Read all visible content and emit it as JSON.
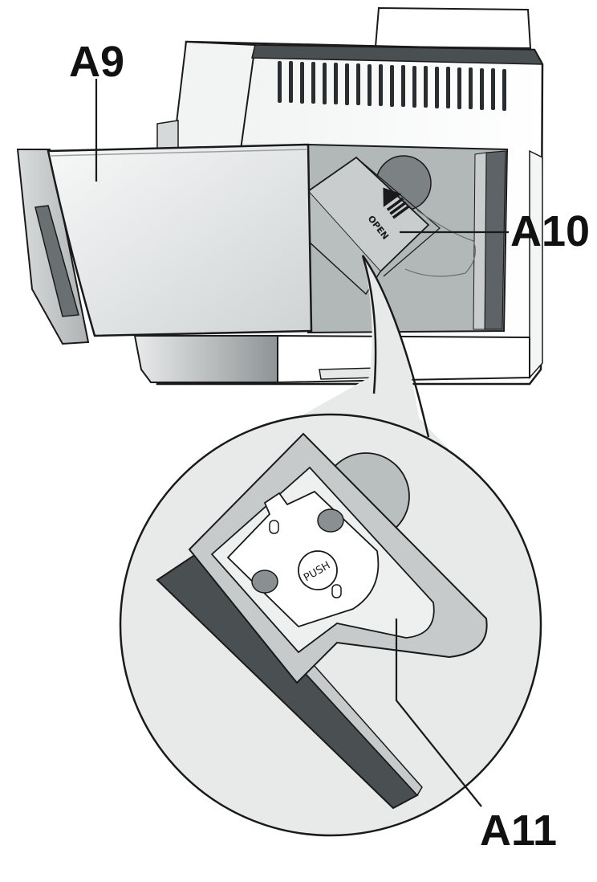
{
  "labels": {
    "a9": "A9",
    "a10": "A10",
    "a11": "A11"
  },
  "markings": {
    "open": "OPEN",
    "push": "PUSH"
  },
  "colors": {
    "outline": "#1a1a1a",
    "light_gray": "#e4e6e7",
    "mid_gray": "#c6cacb",
    "panel_gray": "#b2b7b8",
    "dark_gray": "#4a4f52",
    "zoom_bg": "#e8eaea",
    "white": "#ffffff"
  },
  "icons": [
    "open-arrow-icon",
    "push-button-icon"
  ]
}
